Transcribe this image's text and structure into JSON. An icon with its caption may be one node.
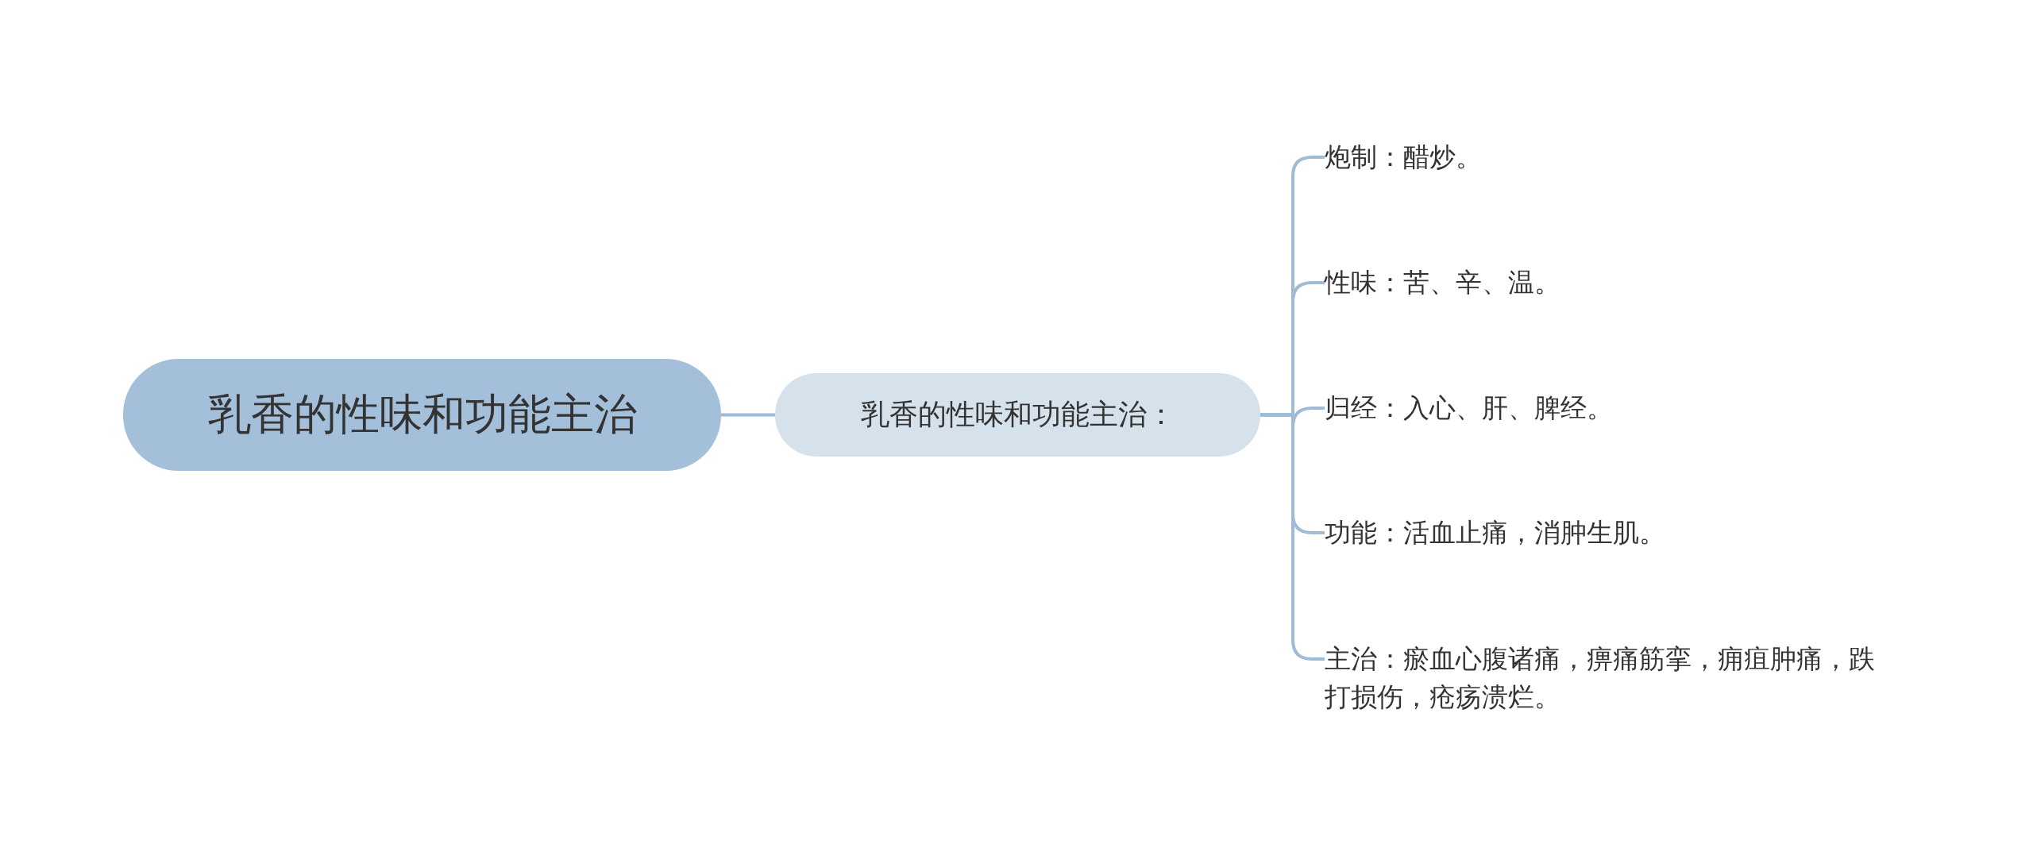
{
  "diagram": {
    "nodes": [
      {
        "text": [
          "乳香的性味和功能主治"
        ]
      },
      {
        "text": [
          "乳香的性味和功能主治："
        ]
      },
      {
        "text": [
          "炮制：醋炒。"
        ]
      },
      {
        "text": [
          "性味：苦、辛、温。"
        ]
      },
      {
        "text": [
          "归经：入心、肝、脾经。"
        ]
      },
      {
        "text": [
          "功能：活血止痛，消肿生肌。"
        ]
      },
      {
        "text": [
          "主治：瘀血心腹诸痛，痹痛筋挛，痈疽肿痛，跌打损伤，疮疡溃烂。"
        ]
      }
    ],
    "edges": [
      {
        "from": 0,
        "to": 1,
        "arrow": "none"
      },
      {
        "from": 1,
        "to": 2,
        "arrow": "none"
      },
      {
        "from": 1,
        "to": 3,
        "arrow": "none"
      },
      {
        "from": 1,
        "to": 4,
        "arrow": "none"
      },
      {
        "from": 1,
        "to": 5,
        "arrow": "none"
      },
      {
        "from": 1,
        "to": 6,
        "arrow": "none"
      }
    ]
  }
}
